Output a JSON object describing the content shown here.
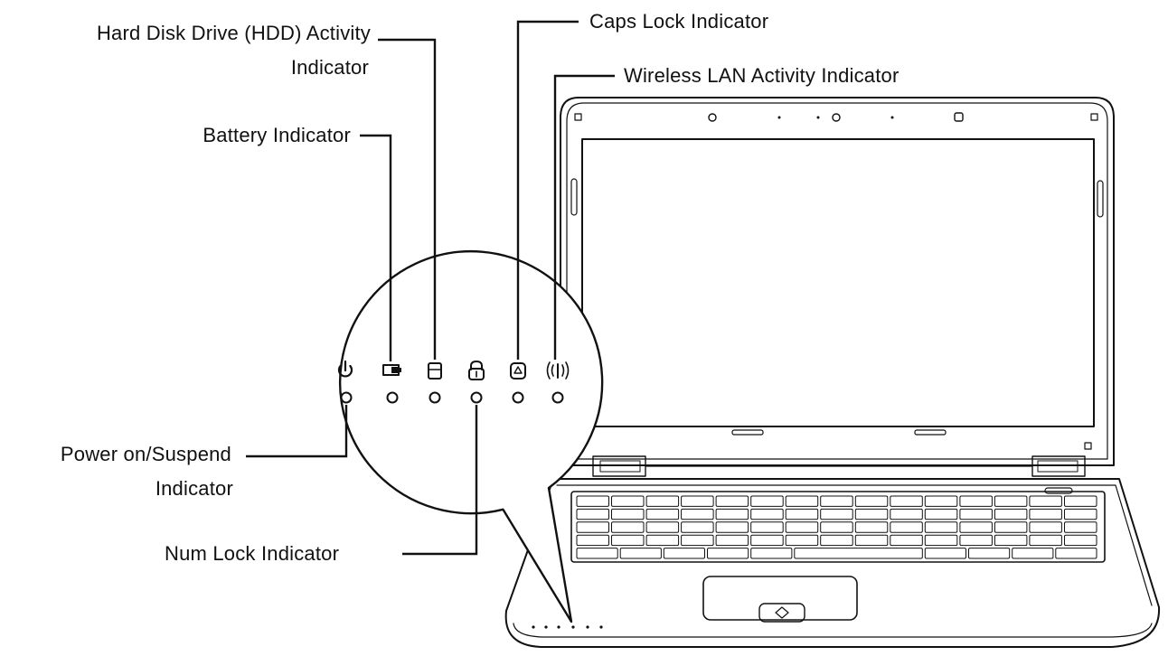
{
  "labels": {
    "hdd_line1": "Hard Disk Drive (HDD) Activity",
    "hdd_line2": "Indicator",
    "battery": "Battery Indicator",
    "caps": "Caps Lock Indicator",
    "wlan": "Wireless LAN Activity Indicator",
    "power_line1": "Power on/Suspend",
    "power_line2": "Indicator",
    "numlock": "Num Lock Indicator"
  },
  "icons": [
    "power-icon",
    "battery-icon",
    "hdd-icon",
    "num-lock-icon",
    "caps-lock-icon",
    "wireless-icon"
  ],
  "colors": {
    "ink": "#111111",
    "background": "#ffffff"
  }
}
